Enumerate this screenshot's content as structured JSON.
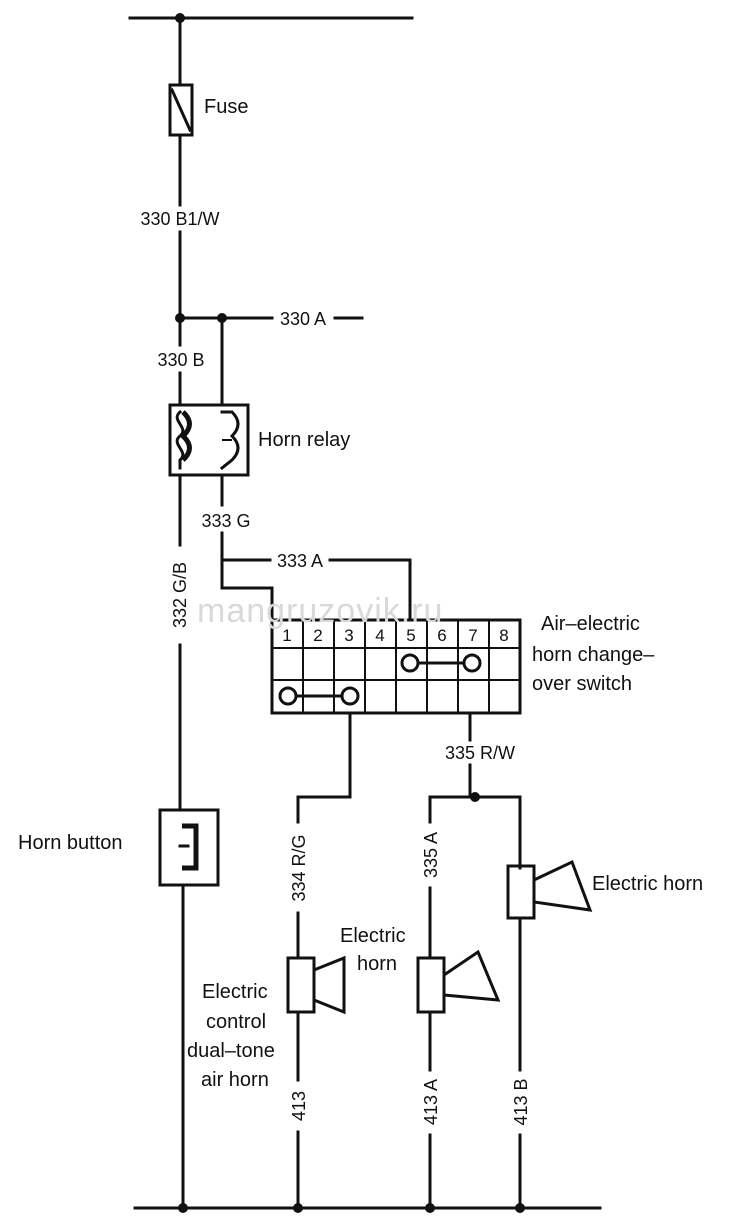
{
  "labels": {
    "fuse": "Fuse",
    "horn_relay": "Horn relay",
    "switch_line1": "Air–electric",
    "switch_line2": "horn change–",
    "switch_line3": "over switch",
    "horn_button": "Horn button",
    "electric_horn_right": "Electric horn",
    "electric_horn_mid_1": "Electric",
    "electric_horn_mid_2": "horn",
    "air_horn_1": "Electric",
    "air_horn_2": "control",
    "air_horn_3": "dual–tone",
    "air_horn_4": "air horn"
  },
  "wires": {
    "w330b1w": "330 B1/W",
    "w330a": "330 A",
    "w330b": "330 B",
    "w333g": "333 G",
    "w333a": "333 A",
    "w332gb": "332 G/B",
    "w335rw": "335 R/W",
    "w334rg": "334 R/G",
    "w335a": "335 A",
    "w413": "413",
    "w413a": "413 A",
    "w413b": "413 B"
  },
  "terminals": [
    "1",
    "2",
    "3",
    "4",
    "5",
    "6",
    "7",
    "8"
  ],
  "watermark": "mangruzovik.ru"
}
